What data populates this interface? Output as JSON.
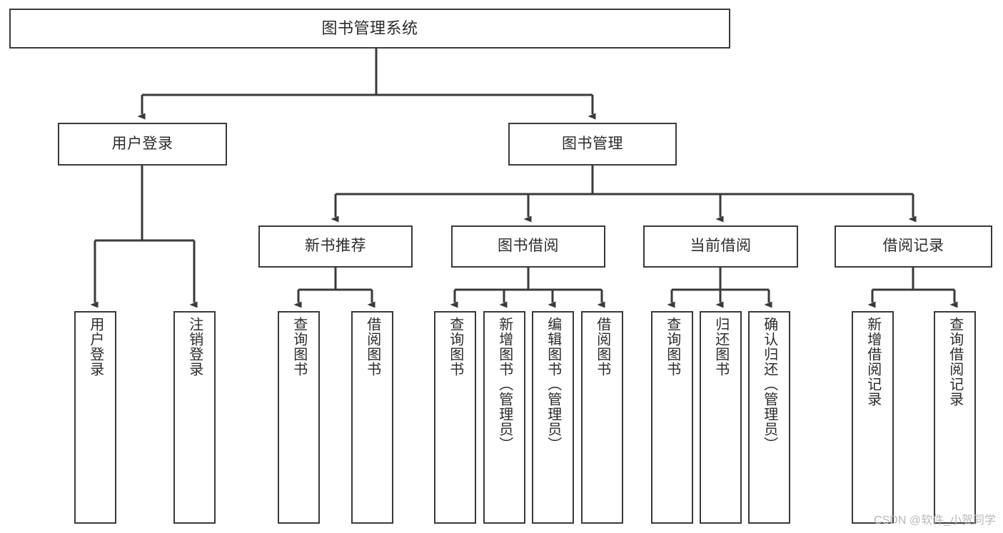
{
  "diagram": {
    "type": "hierarchy-tree",
    "title": "图书管理系统",
    "line_color": "#3a3a3a",
    "text_color": "#2b2b2b",
    "background_color": "#ffffff",
    "watermark": "CSDN @软件_小贺同学",
    "root": {
      "label": "图书管理系统",
      "orientation": "horizontal"
    },
    "level2": [
      {
        "label": "用户登录",
        "orientation": "horizontal"
      },
      {
        "label": "图书管理",
        "orientation": "horizontal"
      }
    ],
    "level3": [
      {
        "label": "新书推荐",
        "orientation": "horizontal",
        "parent": "图书管理"
      },
      {
        "label": "图书借阅",
        "orientation": "horizontal",
        "parent": "图书管理"
      },
      {
        "label": "当前借阅",
        "orientation": "horizontal",
        "parent": "图书管理"
      },
      {
        "label": "借阅记录",
        "orientation": "horizontal",
        "parent": "图书管理"
      }
    ],
    "leaves": [
      {
        "label": "用户登录",
        "orientation": "vertical",
        "parent": "用户登录"
      },
      {
        "label": "注销登录",
        "orientation": "vertical",
        "parent": "用户登录"
      },
      {
        "label": "查询图书",
        "orientation": "vertical",
        "parent": "新书推荐"
      },
      {
        "label": "借阅图书",
        "orientation": "vertical",
        "parent": "新书推荐"
      },
      {
        "label": "查询图书",
        "orientation": "vertical",
        "parent": "图书借阅"
      },
      {
        "label": "新增图书（管理员）",
        "orientation": "vertical",
        "parent": "图书借阅"
      },
      {
        "label": "编辑图书（管理员）",
        "orientation": "vertical",
        "parent": "图书借阅"
      },
      {
        "label": "借阅图书",
        "orientation": "vertical",
        "parent": "图书借阅"
      },
      {
        "label": "查询图书",
        "orientation": "vertical",
        "parent": "当前借阅"
      },
      {
        "label": "归还图书",
        "orientation": "vertical",
        "parent": "当前借阅"
      },
      {
        "label": "确认归还（管理员）",
        "orientation": "vertical",
        "parent": "当前借阅"
      },
      {
        "label": "新增借阅记录",
        "orientation": "vertical",
        "parent": "借阅记录"
      },
      {
        "label": "查询借阅记录",
        "orientation": "vertical",
        "parent": "借阅记录"
      }
    ]
  }
}
